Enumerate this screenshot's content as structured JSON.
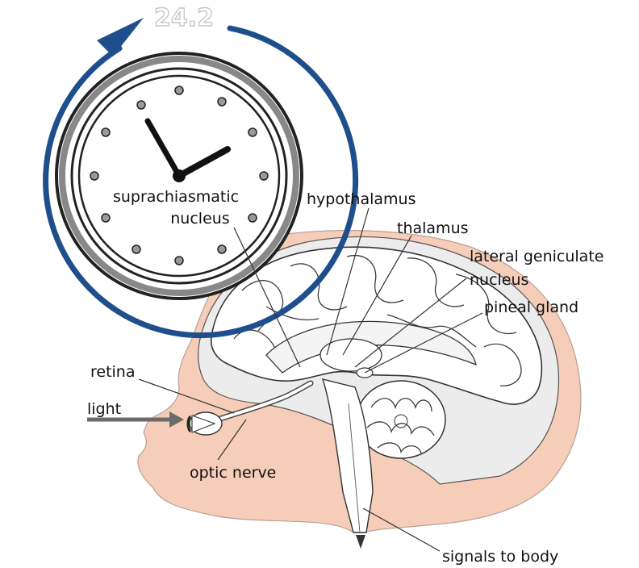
{
  "cycle_label": "24.2",
  "labels": {
    "scn_line1": "suprachiasmatic",
    "scn_line2": "nucleus",
    "hypothalamus": "hypothalamus",
    "thalamus": "thalamus",
    "lgn_line1": "lateral geniculate",
    "lgn_line2": "nucleus",
    "pineal": "pineal gland",
    "retina": "retina",
    "light": "light",
    "optic_nerve": "optic nerve",
    "signals": "signals to body"
  },
  "colors": {
    "cycle_arrow": "#1f4e8c",
    "skin": "#f6cdb8",
    "light_arrow": "#6b6b6b",
    "brain_line": "#3a3a3a"
  },
  "icons": {
    "clock": "clock-icon",
    "cycle": "circular-arrow-icon",
    "light": "arrow-right-icon"
  }
}
